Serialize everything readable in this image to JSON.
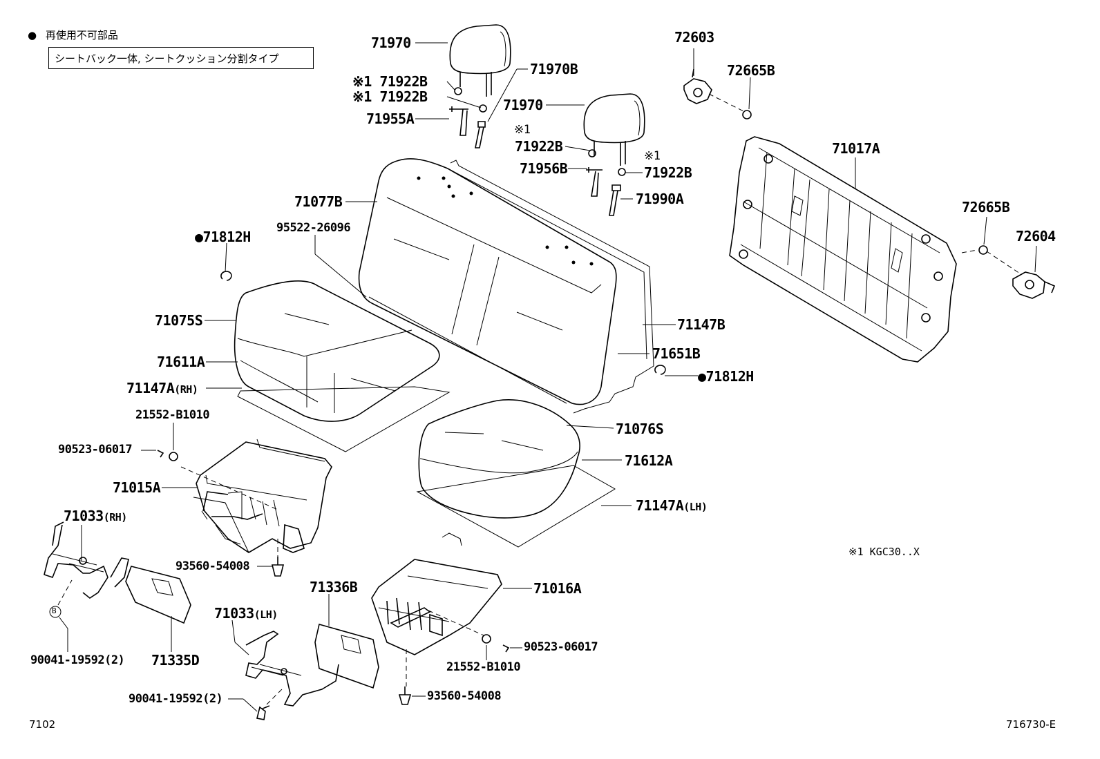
{
  "legend": {
    "bullet": "●",
    "text": "再使用不可部品"
  },
  "note_box": "シートバック一体, シートクッション分割タイプ",
  "footnote": "※1  KGC30..X",
  "page_code": "7102",
  "figure_code": "716730-E",
  "labels": {
    "p71970_a": "71970",
    "p71970b": "71970B",
    "p71922b_1": "※1 71922B",
    "p71922b_2": "※1 71922B",
    "p71955a": "71955A",
    "p71970_b": "71970",
    "p71922b_3_mark": "※1",
    "p71922b_3": "71922B",
    "p71922b_4_mark": "※1",
    "p71922b_4": "71922B",
    "p71956b": "71956B",
    "p71990a": "71990A",
    "p71077b": "71077B",
    "p95522": "95522-26096",
    "p71812h_a": "●71812H",
    "p71075s": "71075S",
    "p71611a": "71611A",
    "p71147a_rh": "71147A",
    "p71147a_rh_suffix": "(RH)",
    "p21552_a": "21552-B1010",
    "p90523_a": "90523-06017",
    "p71015a": "71015A",
    "p71033_rh": "71033",
    "p71033_rh_suffix": "(RH)",
    "p93560_a": "93560-54008",
    "p90041_a": "90041-19592(2)",
    "p71335d": "71335D",
    "p71033_lh": "71033",
    "p71033_lh_suffix": "(LH)",
    "p90041_b": "90041-19592(2)",
    "p71336b": "71336B",
    "p93560_b": "93560-54008",
    "p21552_b": "21552-B1010",
    "p90523_b": "90523-06017",
    "p71016a": "71016A",
    "p71147a_lh": "71147A",
    "p71147a_lh_suffix": "(LH)",
    "p71612a": "71612A",
    "p71076s": "71076S",
    "p71812h_b": "●71812H",
    "p71651b": "71651B",
    "p71147b": "71147B",
    "p72603": "72603",
    "p72665b_a": "72665B",
    "p71017a": "71017A",
    "p72665b_b": "72665B",
    "p72604": "72604",
    "callout_b": "B"
  }
}
